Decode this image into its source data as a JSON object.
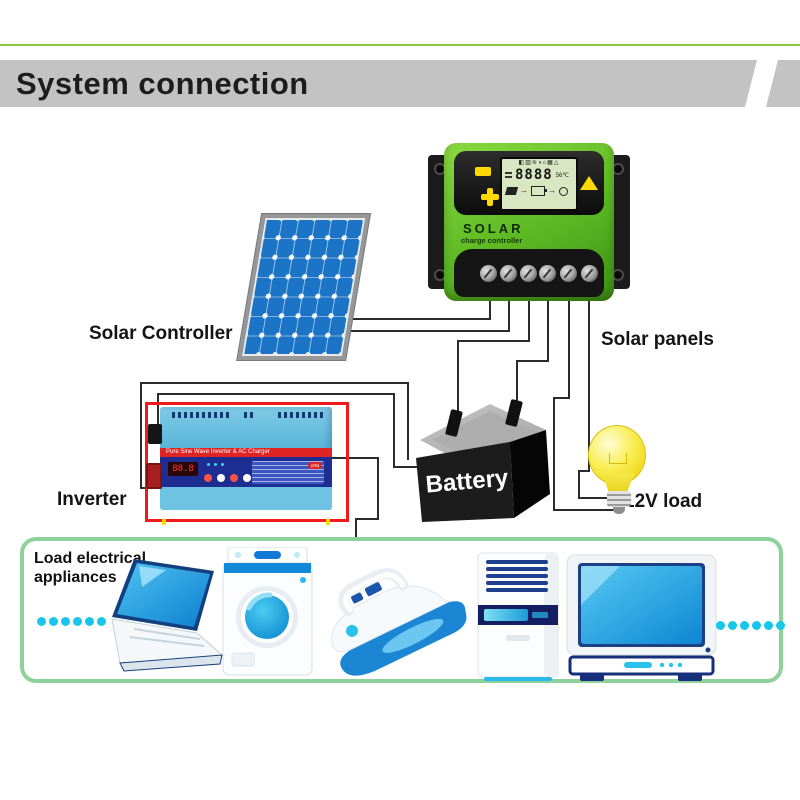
{
  "header": {
    "title": "System connection"
  },
  "labels": {
    "solar_controller": "Solar Controller",
    "solar_panels": "Solar panels",
    "inverter": "Inverter",
    "battery": "Battery",
    "dc_load": "12V load",
    "load_box_line1": "Load electrical",
    "load_box_line2": "appliances"
  },
  "controller": {
    "brand": "SOLAR",
    "subtitle": "charge controller",
    "lcd_icon_row": "◧▥≋◑⌂▦△",
    "lcd_digits": "8888",
    "lcd_temp": "56℃"
  },
  "inverter": {
    "stripe_text": "Pure Sine Wave Inverter & AC Charger",
    "display_digits": "88.8",
    "logo": "OTO"
  },
  "colors": {
    "accent_green_line": "#8dc63f",
    "title_bar_gray": "#c3c3c3",
    "controller_green": "#6cc32c",
    "controller_button_yellow": "#ffd900",
    "lcd_background": "#d8e6c2",
    "solar_panel_blue": "#1c74c6",
    "inverter_blue": "#5fb6da",
    "inverter_stripe_red": "#e02424",
    "highlight_box_red": "#f01a1a",
    "load_box_border_green": "#8fd19a",
    "dot_cyan": "#17c6ea",
    "bulb_yellow": "#f5e73a",
    "wire_black": "#2b2b2b"
  },
  "icons": [
    "solar-panel-icon",
    "charge-controller-icon",
    "battery-icon",
    "light-bulb-icon",
    "inverter-icon",
    "laptop-icon",
    "washing-machine-icon",
    "iron-icon",
    "air-conditioner-icon",
    "television-icon"
  ]
}
